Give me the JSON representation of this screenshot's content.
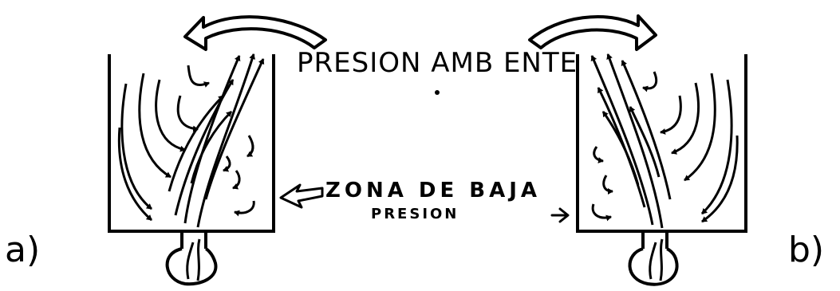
{
  "labels": {
    "ambient_pressure": "PRESION AMB ENTE",
    "low_pressure_line1": "ZONA DE BAJA",
    "low_pressure_line2": "PRESION",
    "panel_a": "a)",
    "panel_b": "b)"
  },
  "colors": {
    "ink": "#000000",
    "background": "#ffffff"
  }
}
